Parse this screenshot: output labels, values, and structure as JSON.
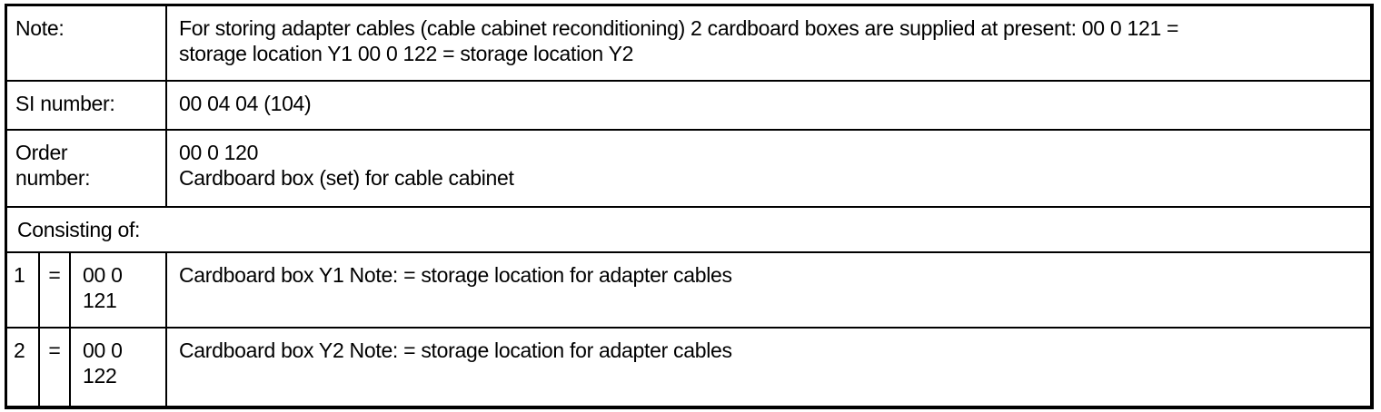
{
  "table": {
    "rows": [
      {
        "label": "Note:",
        "value": "For storing adapter cables (cable cabinet reconditioning) 2 cardboard boxes are supplied at present: 00 0 121 = storage location Y1 00 0 122 = storage location Y2"
      },
      {
        "label": "SI number:",
        "value": "00 04 04 (104)"
      },
      {
        "label": "Order number:",
        "value_lines": [
          "00 0 120",
          "Cardboard box (set) for cable cabinet"
        ]
      }
    ],
    "section_header": "Consisting of:",
    "items": [
      {
        "index": "1",
        "separator": "=",
        "part_number": "00 0 121",
        "description": "Cardboard box Y1 Note: = storage location for adapter cables"
      },
      {
        "index": "2",
        "separator": "=",
        "part_number": "00 0 122",
        "description": "Cardboard box Y2 Note: = storage location for adapter cables"
      }
    ]
  },
  "colors": {
    "border": "#000000",
    "text": "#000000",
    "background": "#ffffff"
  }
}
